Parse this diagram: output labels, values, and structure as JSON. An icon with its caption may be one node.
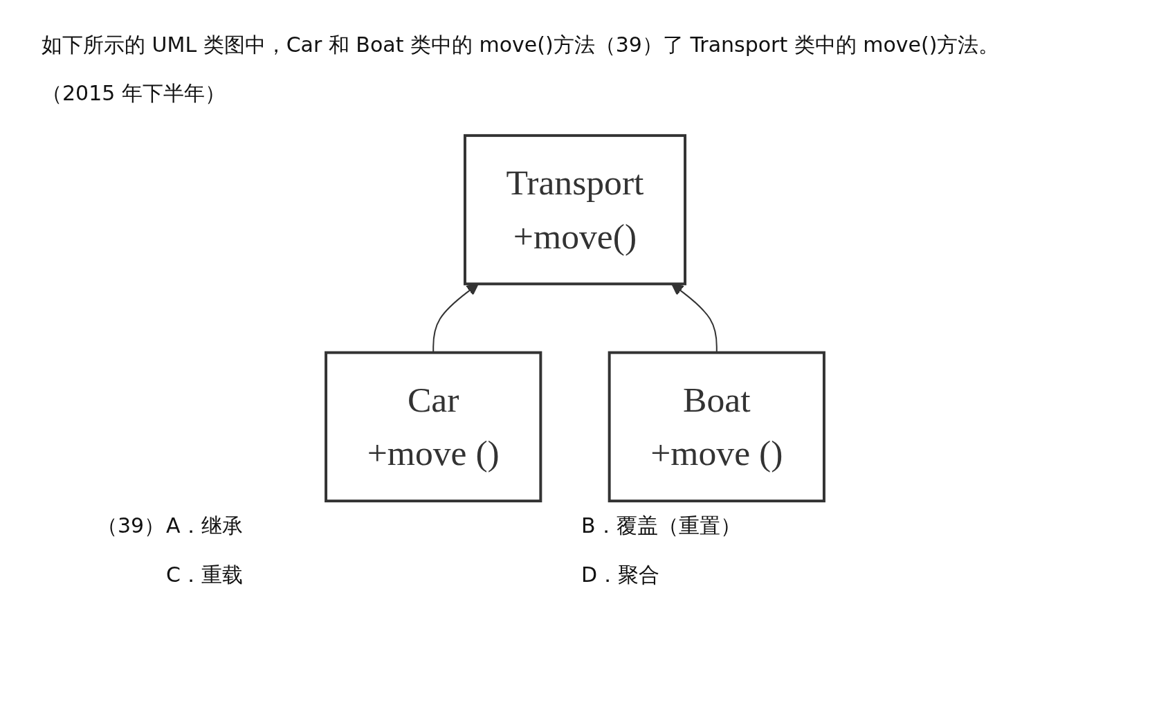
{
  "diagram": {
    "nodes": [
      {
        "text": [
          "Transport",
          "+move()"
        ]
      },
      {
        "text": [
          "Car",
          "+move ()"
        ]
      },
      {
        "text": [
          "Boat",
          "+move ()"
        ]
      }
    ],
    "edges": [
      {
        "from": 1,
        "to": 0,
        "arrow": "to"
      },
      {
        "from": 2,
        "to": 0,
        "arrow": "to"
      }
    ],
    "labels": [
      "如下所示的 UML 类图中，Car 和 Boat 类中的 move()方法（39）了 Transport 类中的 move()方法。（2015 年下半年）",
      "（39）",
      "A．继承",
      "B．覆盖（重置）",
      "C．重载",
      "D．聚合"
    ]
  }
}
